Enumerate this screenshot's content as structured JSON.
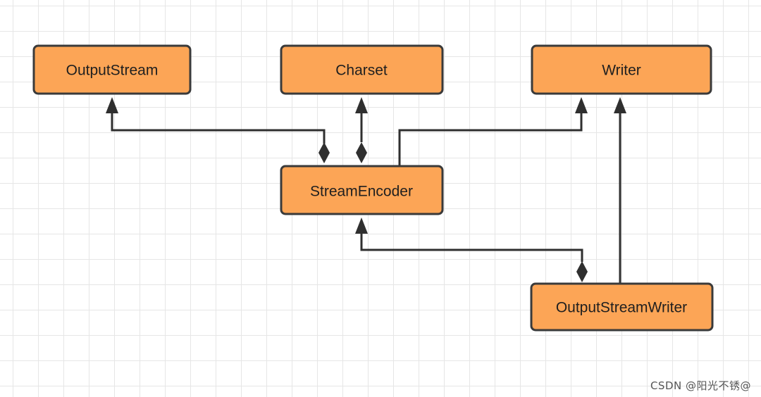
{
  "diagram": {
    "nodes": [
      {
        "id": "outputstream",
        "label": "OutputStream"
      },
      {
        "id": "charset",
        "label": "Charset"
      },
      {
        "id": "writer",
        "label": "Writer"
      },
      {
        "id": "streamencoder",
        "label": "StreamEncoder"
      },
      {
        "id": "outputstreamwriter",
        "label": "OutputStreamWriter"
      }
    ],
    "edges": [
      {
        "from": "streamencoder",
        "to": "outputstream",
        "type": "composition"
      },
      {
        "from": "streamencoder",
        "to": "charset",
        "type": "composition"
      },
      {
        "from": "streamencoder",
        "to": "writer",
        "type": "inheritance"
      },
      {
        "from": "outputstreamwriter",
        "to": "streamencoder",
        "type": "composition"
      },
      {
        "from": "outputstreamwriter",
        "to": "writer",
        "type": "inheritance"
      }
    ],
    "colors": {
      "node_fill": "#fca556",
      "node_border": "#3a3a3a",
      "edge": "#2f2f2f",
      "grid": "#e6e6e6"
    }
  },
  "watermark": "CSDN @阳光不锈@"
}
